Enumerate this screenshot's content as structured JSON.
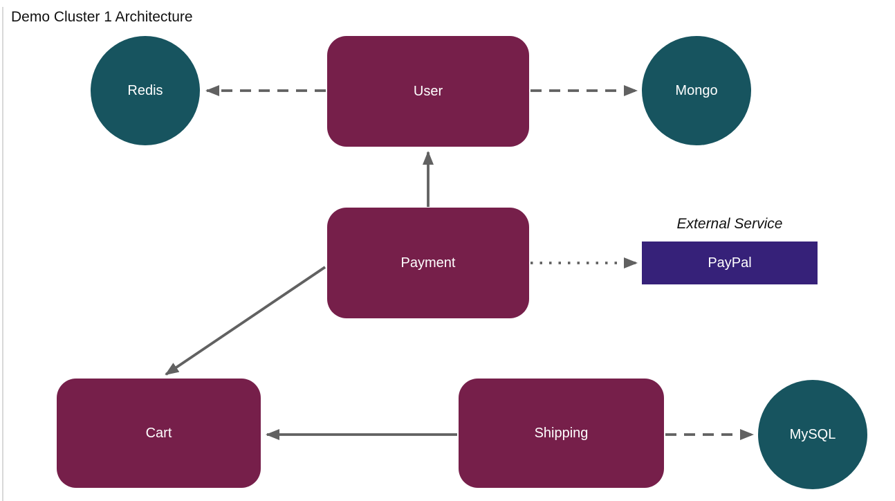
{
  "diagram": {
    "title": "Demo Cluster 1 Architecture",
    "nodes": {
      "redis": {
        "label": "Redis",
        "shape": "circle",
        "color": "#17545F"
      },
      "user": {
        "label": "User",
        "shape": "rounded-rect",
        "color": "#761F4A"
      },
      "mongo": {
        "label": "Mongo",
        "shape": "circle",
        "color": "#17545F"
      },
      "payment": {
        "label": "Payment",
        "shape": "rounded-rect",
        "color": "#761F4A"
      },
      "paypal": {
        "label": "PayPal",
        "shape": "rect",
        "color": "#362179",
        "annotation": "External Service"
      },
      "cart": {
        "label": "Cart",
        "shape": "rounded-rect",
        "color": "#761F4A"
      },
      "shipping": {
        "label": "Shipping",
        "shape": "rounded-rect",
        "color": "#761F4A"
      },
      "mysql": {
        "label": "MySQL",
        "shape": "circle",
        "color": "#17545F"
      }
    },
    "edges": [
      {
        "from": "User",
        "to": "Redis",
        "style": "dashed"
      },
      {
        "from": "User",
        "to": "Mongo",
        "style": "dashed"
      },
      {
        "from": "Payment",
        "to": "User",
        "style": "solid"
      },
      {
        "from": "Payment",
        "to": "PayPal",
        "style": "dotted"
      },
      {
        "from": "Payment",
        "to": "Cart",
        "style": "solid"
      },
      {
        "from": "Shipping",
        "to": "Cart",
        "style": "solid"
      },
      {
        "from": "Shipping",
        "to": "MySQL",
        "style": "dashed"
      }
    ],
    "colors": {
      "service_node": "#761F4A",
      "datastore_node": "#17545F",
      "external_node": "#362179",
      "edge": "#616161",
      "node_text": "#FFFFFF",
      "title_text": "#111111"
    }
  }
}
